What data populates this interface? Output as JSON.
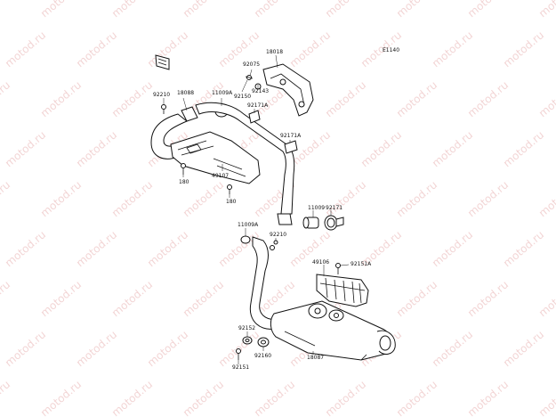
{
  "diagram": {
    "ref_code": "E1140",
    "watermark": "motod.ru",
    "labels": {
      "p18018": "18018",
      "p92075": "92075",
      "p92143": "92143",
      "p92150": "92150",
      "p11009A_top": "11009A",
      "p92210_top": "92210",
      "p18088": "18088",
      "p92171A_a": "92171A",
      "p92171A_b": "92171A",
      "p49107": "49107",
      "p180_a": "180",
      "p180_b": "180",
      "p11009": "11009",
      "p92171": "92171",
      "p11009A_mid": "11009A",
      "p92210_mid": "92210",
      "p49106": "49106",
      "p92151A": "92151A",
      "p92152": "92152",
      "p92160": "92160",
      "p92151": "92151",
      "p18087": "18087"
    }
  }
}
